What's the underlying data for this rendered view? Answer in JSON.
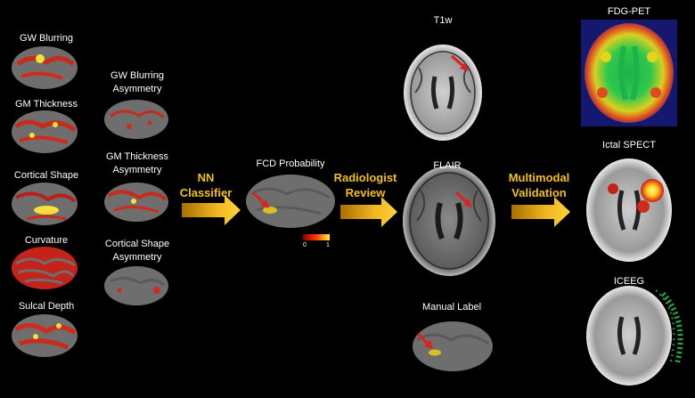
{
  "feature_maps": {
    "left": [
      {
        "label": "GW Blurring"
      },
      {
        "label": "GM Thickness"
      },
      {
        "label": "Cortical Shape"
      },
      {
        "label": "Curvature"
      },
      {
        "label": "Sulcal Depth"
      }
    ],
    "right": [
      {
        "label": "GW Blurring Asymmetry"
      },
      {
        "label": "GM Thickness Asymmetry"
      },
      {
        "label": "Cortical Shape Asymmetry"
      }
    ]
  },
  "steps": {
    "nn": "NN Classifier",
    "radiologist": "Radiologist Review",
    "multimodal": "Multimodal Validation"
  },
  "fcd": {
    "label": "FCD Probability",
    "scale_min": "0",
    "scale_max": "1"
  },
  "scans": {
    "t1w": "T1w",
    "flair": "FLAIR",
    "manual": "Manual Label"
  },
  "validation": {
    "fdg": "FDG-PET",
    "spect": "Ictal SPECT",
    "iceeg": "ICEEG"
  },
  "colors": {
    "step_text": "#f2c01e",
    "arrow": "#e8b320",
    "brain_gray": "#6e6e6e",
    "feature_red": "#d42a1a",
    "feature_yellow": "#f5e03a",
    "pointer_red": "#e0201e"
  }
}
